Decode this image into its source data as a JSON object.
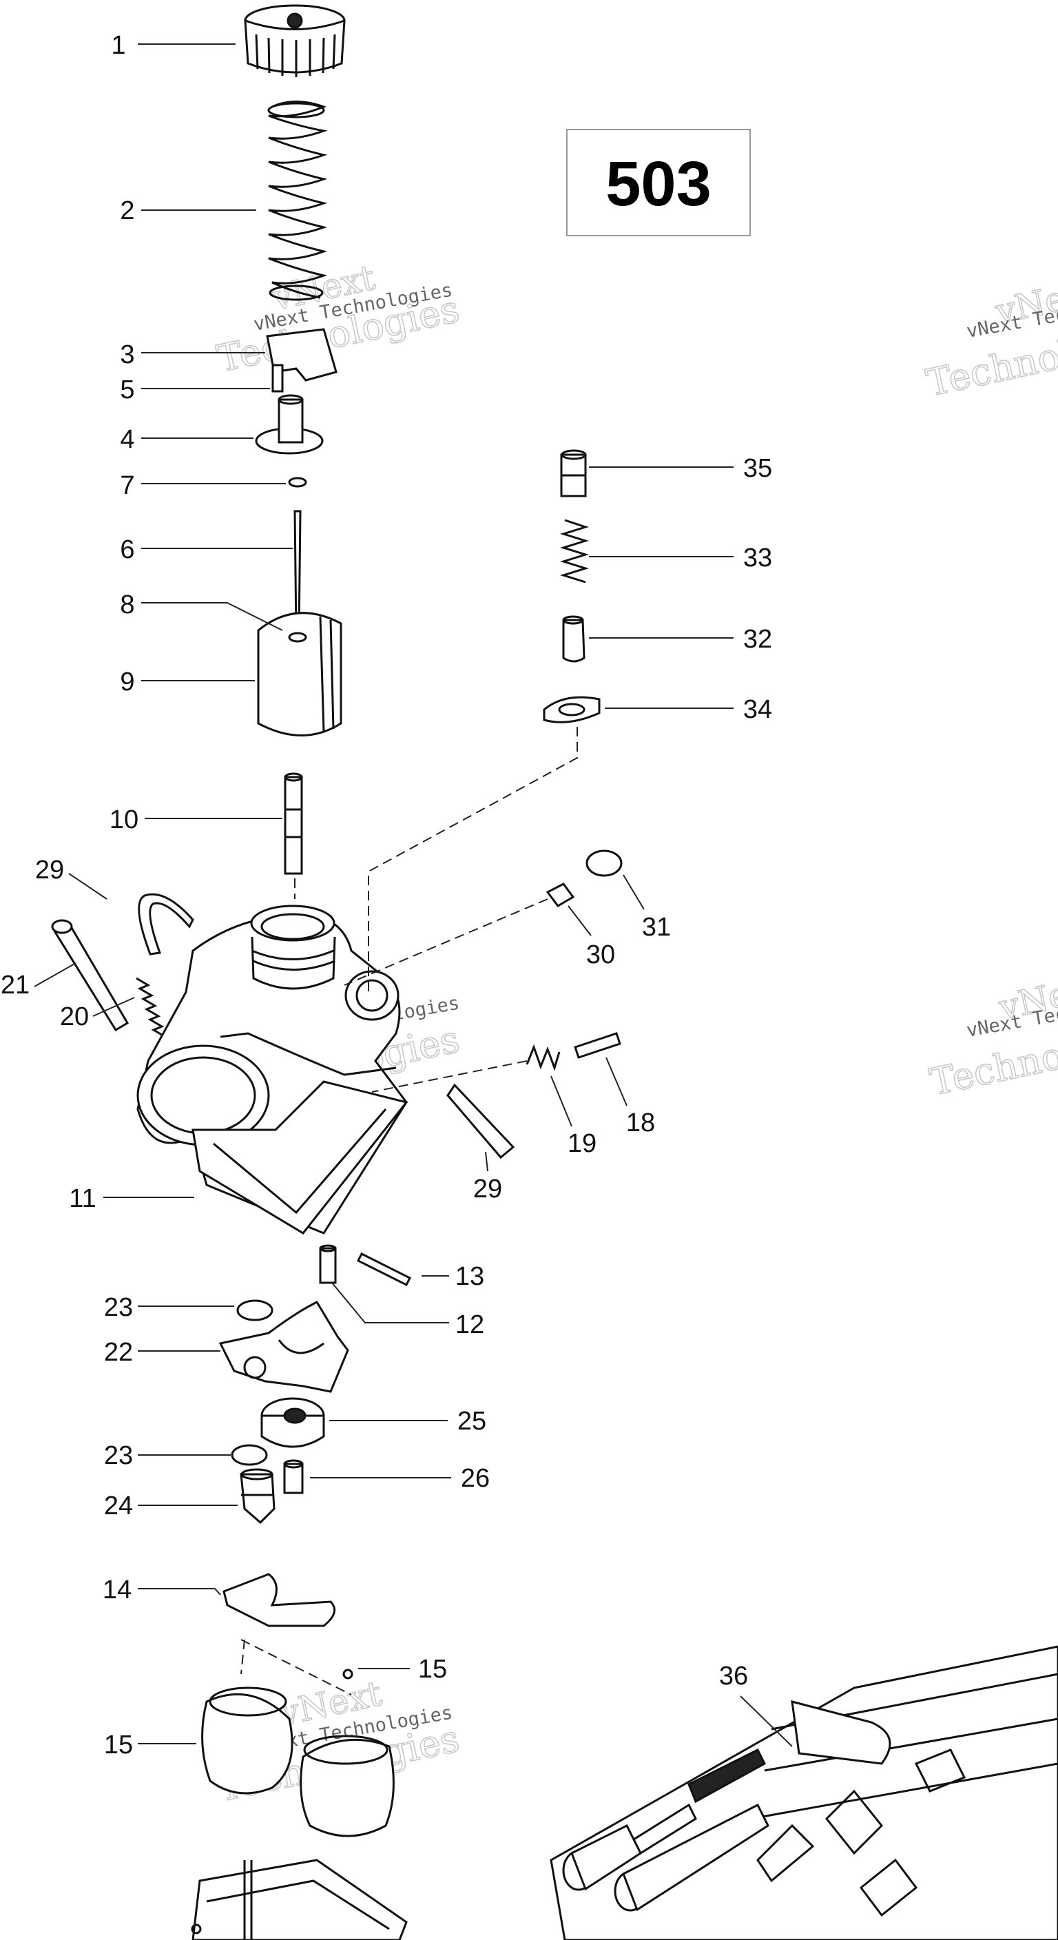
{
  "model_label": "503",
  "watermark": {
    "text_top": "vNext",
    "text_bottom": "Technologies",
    "text_small": "vNext Technologies"
  },
  "callouts": [
    {
      "id": "c1",
      "label": "1"
    },
    {
      "id": "c2",
      "label": "2"
    },
    {
      "id": "c3",
      "label": "3"
    },
    {
      "id": "c5",
      "label": "5"
    },
    {
      "id": "c4",
      "label": "4"
    },
    {
      "id": "c7",
      "label": "7"
    },
    {
      "id": "c6",
      "label": "6"
    },
    {
      "id": "c8",
      "label": "8"
    },
    {
      "id": "c9",
      "label": "9"
    },
    {
      "id": "c10",
      "label": "10"
    },
    {
      "id": "c29a",
      "label": "29"
    },
    {
      "id": "c21",
      "label": "21"
    },
    {
      "id": "c20",
      "label": "20"
    },
    {
      "id": "c11",
      "label": "11"
    },
    {
      "id": "c35",
      "label": "35"
    },
    {
      "id": "c33",
      "label": "33"
    },
    {
      "id": "c32",
      "label": "32"
    },
    {
      "id": "c34",
      "label": "34"
    },
    {
      "id": "c31",
      "label": "31"
    },
    {
      "id": "c30",
      "label": "30"
    },
    {
      "id": "c18",
      "label": "18"
    },
    {
      "id": "c19",
      "label": "19"
    },
    {
      "id": "c29b",
      "label": "29"
    },
    {
      "id": "c13",
      "label": "13"
    },
    {
      "id": "c12",
      "label": "12"
    },
    {
      "id": "c23a",
      "label": "23"
    },
    {
      "id": "c22",
      "label": "22"
    },
    {
      "id": "c25",
      "label": "25"
    },
    {
      "id": "c23b",
      "label": "23"
    },
    {
      "id": "c26",
      "label": "26"
    },
    {
      "id": "c24",
      "label": "24"
    },
    {
      "id": "c14",
      "label": "14"
    },
    {
      "id": "c15a",
      "label": "15"
    },
    {
      "id": "c15b",
      "label": "15"
    },
    {
      "id": "c36",
      "label": "36"
    }
  ]
}
